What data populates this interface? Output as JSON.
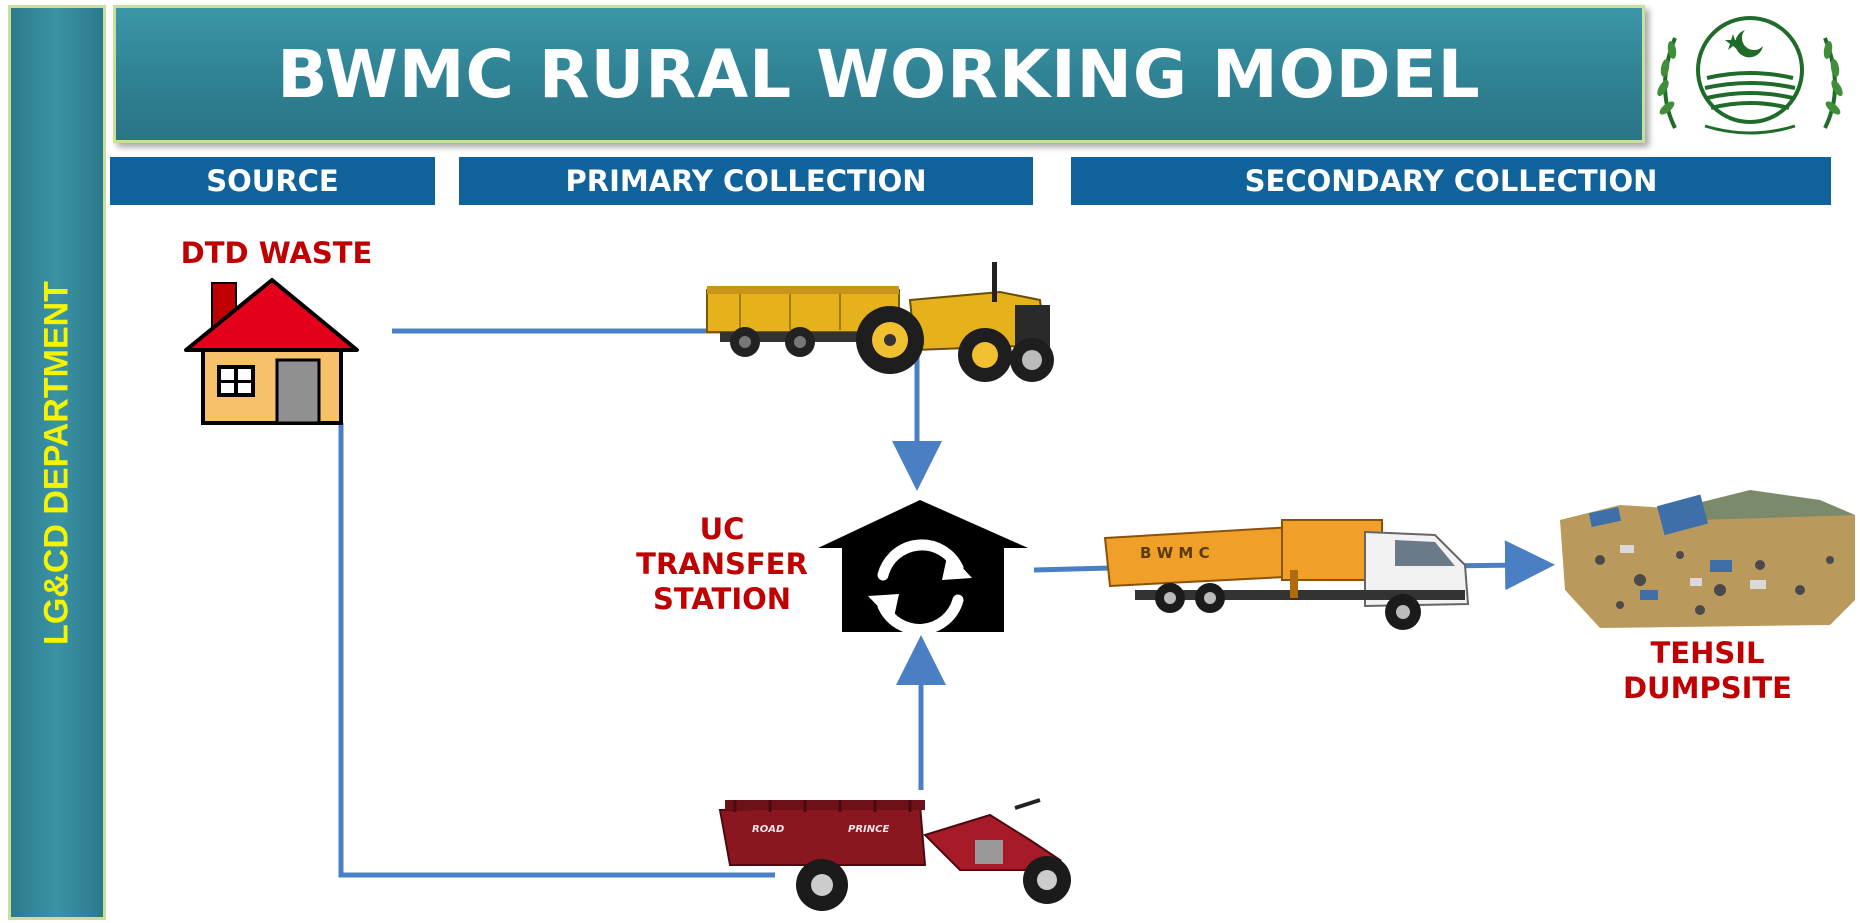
{
  "side_label": "LG&CD DEPARTMENT",
  "title": "BWMC RURAL WORKING MODEL",
  "sections": {
    "source": "SOURCE",
    "primary": "PRIMARY COLLECTION",
    "secondary": "SECONDARY COLLECTION"
  },
  "nodes": {
    "dtd_waste": "DTD WASTE",
    "transfer_station": [
      "UC",
      "TRANSFER",
      "STATION"
    ],
    "dumpsite": [
      "TEHSIL",
      "DUMPSITE"
    ]
  },
  "vehicle_markings": {
    "truck": "B W M C",
    "loader_left": "ROAD",
    "loader_right": "PRINCE"
  },
  "colors": {
    "banner": "#2f8193",
    "section_header": "#10639a",
    "label_red": "#c00000",
    "arrow_blue": "#4a7fc4",
    "side_text": "#f4f400"
  },
  "icons": [
    "house-icon",
    "recycle-house-icon",
    "tractor-trolley-icon",
    "loader-rickshaw-icon",
    "dumper-truck-icon",
    "dumpsite-icon",
    "punjab-emblem-icon"
  ]
}
